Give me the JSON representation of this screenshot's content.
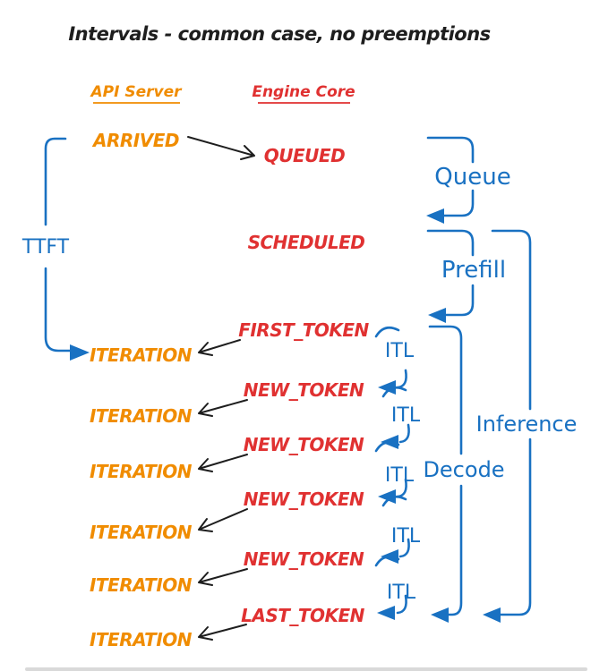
{
  "title": "Intervals - common case, no preemptions",
  "columns": {
    "api_server": "API Server",
    "engine_core": "Engine Core"
  },
  "api_events": {
    "arrived": "ARRIVED",
    "iterations": [
      "ITERATION",
      "ITERATION",
      "ITERATION",
      "ITERATION",
      "ITERATION",
      "ITERATION"
    ]
  },
  "engine_events": {
    "queued": "QUEUED",
    "scheduled": "SCHEDULED",
    "first_token": "FIRST_TOKEN",
    "new_tokens": [
      "NEW_TOKEN",
      "NEW_TOKEN",
      "NEW_TOKEN",
      "NEW_TOKEN"
    ],
    "last_token": "LAST_TOKEN"
  },
  "intervals": {
    "ttft": "TTFT",
    "queue": "Queue",
    "prefill": "Prefill",
    "decode": "Decode",
    "inference": "Inference",
    "itl": [
      "ITL",
      "ITL",
      "ITL",
      "ITL",
      "ITL"
    ]
  },
  "colors": {
    "blue": "#1971c2",
    "red": "#e03131",
    "orange": "#f08c00",
    "ink": "#1e1e1e"
  }
}
